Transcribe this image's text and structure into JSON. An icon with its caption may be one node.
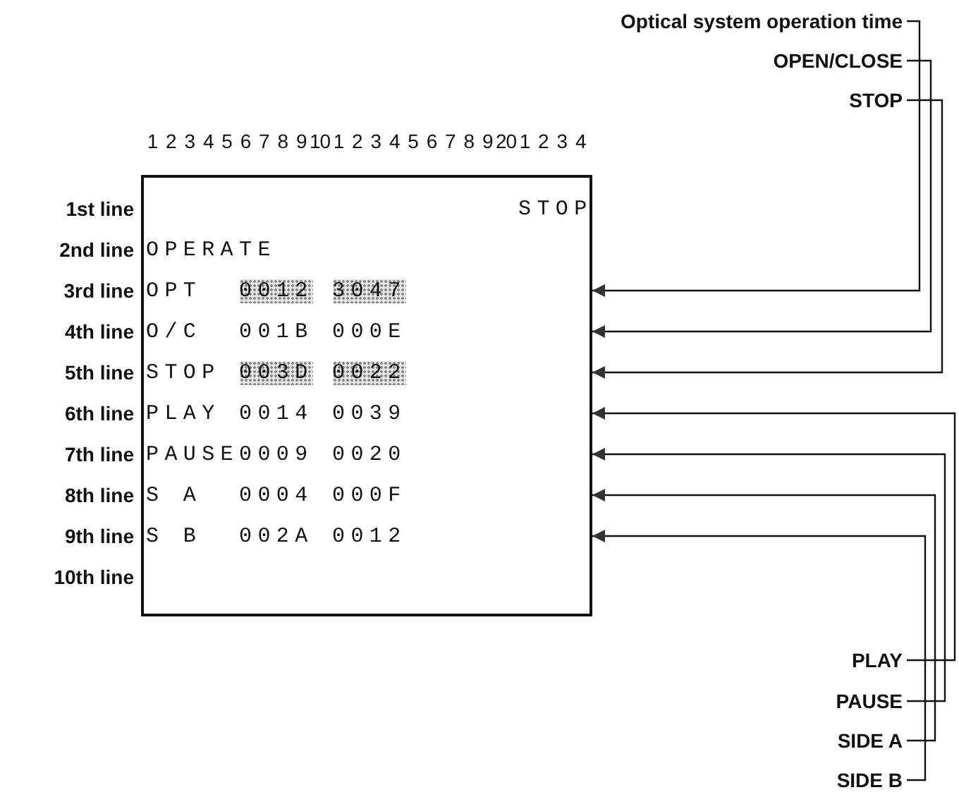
{
  "diagram": {
    "nodes": [
      {
        "text": [
          "Optical system operation time"
        ]
      },
      {
        "text": [
          "OPEN/CLOSE"
        ]
      },
      {
        "text": [
          "STOP"
        ]
      },
      {
        "text": [],
        "shape": "box"
      },
      {
        "text": [
          "PLAY"
        ]
      },
      {
        "text": [
          "PAUSE"
        ]
      },
      {
        "text": [
          "SIDE A"
        ]
      },
      {
        "text": [
          "SIDE B"
        ]
      }
    ],
    "edges": [
      {
        "from": 0,
        "to": 3,
        "arrow": "to"
      },
      {
        "from": 1,
        "to": 3,
        "arrow": "to"
      },
      {
        "from": 2,
        "to": 3,
        "arrow": "to"
      },
      {
        "from": 4,
        "to": 3,
        "arrow": "to"
      },
      {
        "from": 5,
        "to": 3,
        "arrow": "to"
      },
      {
        "from": 6,
        "to": 3,
        "arrow": "to"
      },
      {
        "from": 7,
        "to": 3,
        "arrow": "to"
      }
    ],
    "labels": [
      "1",
      "2",
      "3",
      "4",
      "5",
      "6",
      "7",
      "8",
      "9",
      "10",
      "1",
      "2",
      "3",
      "4",
      "5",
      "6",
      "7",
      "8",
      "9",
      "20",
      "1",
      "2",
      "3",
      "4",
      "1st line",
      "STOP",
      "2nd line",
      "OPERATE",
      "3rd line",
      "OPT",
      "0012",
      "3047",
      "4th line",
      "O/C",
      "001B",
      "000E",
      "5th line",
      "STOP",
      "003D",
      "0022",
      "6th line",
      "PLAY",
      "0014",
      "0039",
      "7th line",
      "PAUSE",
      "0009",
      "0020",
      "8th line",
      "S A",
      "0004",
      "000F",
      "9th line",
      "S B",
      "002A",
      "0012",
      "10th line"
    ]
  }
}
